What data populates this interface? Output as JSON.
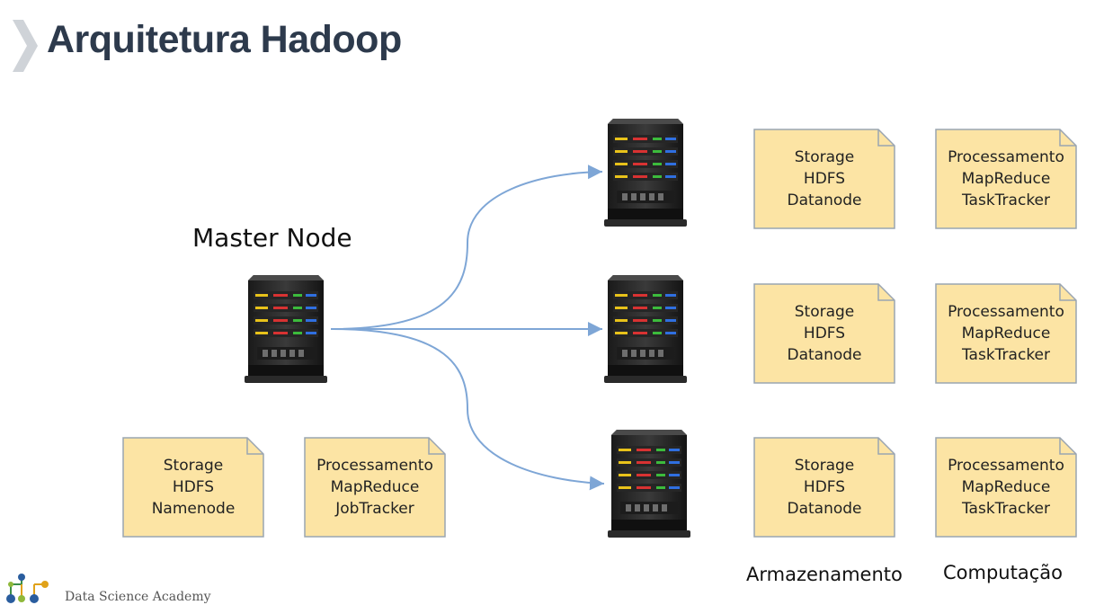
{
  "slide": {
    "title": "Arquitetura Hadoop"
  },
  "master": {
    "label": "Master Node"
  },
  "master_boxes": [
    {
      "lines": [
        "Storage",
        "HDFS",
        "Namenode"
      ]
    },
    {
      "lines": [
        "Processamento",
        "MapReduce",
        "JobTracker"
      ]
    }
  ],
  "slave_rows": [
    {
      "storage": [
        "Storage",
        "HDFS",
        "Datanode"
      ],
      "processing": [
        "Processamento",
        "MapReduce",
        "TaskTracker"
      ]
    },
    {
      "storage": [
        "Storage",
        "HDFS",
        "Datanode"
      ],
      "processing": [
        "Processamento",
        "MapReduce",
        "TaskTracker"
      ]
    },
    {
      "storage": [
        "Storage",
        "HDFS",
        "Datanode"
      ],
      "processing": [
        "Processamento",
        "MapReduce",
        "TaskTracker"
      ]
    }
  ],
  "columns": {
    "storage_label": "Armazenamento",
    "processing_label": "Computação"
  },
  "footer": {
    "brand": "Data Science Academy"
  },
  "colors": {
    "title": "#2d3a4c",
    "note_fill": "#fce4a4",
    "note_border": "#9aa5b1",
    "arrow": "#7ea6d6",
    "server_body": "#2b2b2b"
  },
  "icons": [
    "chevron-icon",
    "server-icon",
    "logo-icon"
  ]
}
